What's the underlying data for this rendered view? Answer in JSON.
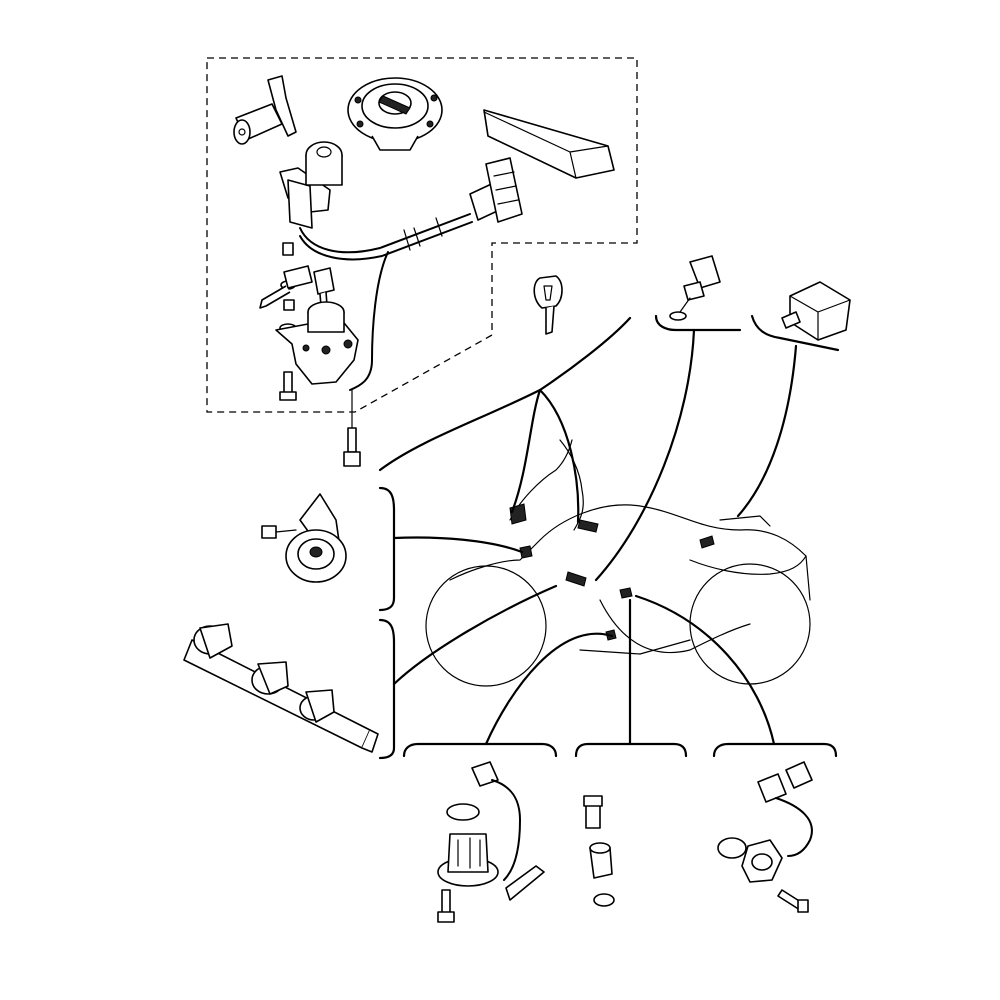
{
  "diagram": {
    "colors": {
      "line": "#000000",
      "background": "#ffffff"
    },
    "components": [
      {
        "id": "ignition-lock-set",
        "icon": "ignition-switch-icon"
      },
      {
        "id": "seat-lock",
        "icon": "lock-cylinder-icon"
      },
      {
        "id": "fuel-cap",
        "icon": "fuel-cap-icon"
      },
      {
        "id": "immobilizer-unit",
        "icon": "control-unit-icon"
      },
      {
        "id": "spare-key",
        "icon": "key-icon"
      },
      {
        "id": "temperature-sensor",
        "icon": "sensor-icon"
      },
      {
        "id": "relay",
        "icon": "relay-icon"
      },
      {
        "id": "horn",
        "icon": "horn-icon"
      },
      {
        "id": "bulb-sockets",
        "icon": "bulb-socket-icon"
      },
      {
        "id": "pickup-coil",
        "icon": "pickup-coil-icon"
      },
      {
        "id": "neutral-switch",
        "icon": "switch-icon"
      },
      {
        "id": "speed-sensor",
        "icon": "speed-sensor-icon"
      }
    ]
  }
}
